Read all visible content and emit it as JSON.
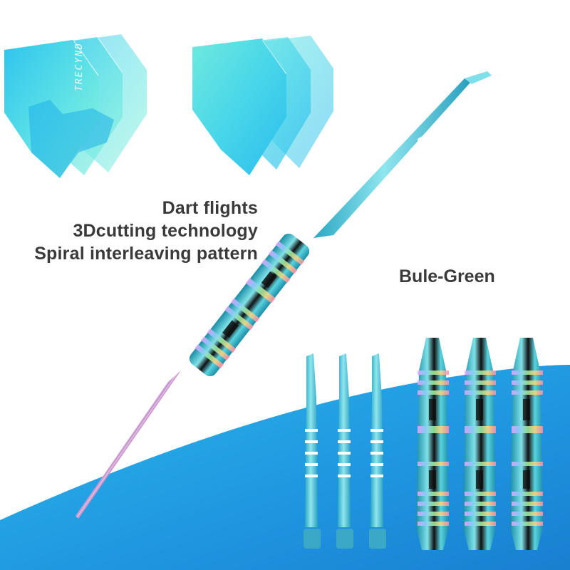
{
  "captions": {
    "line1": "Dart flights",
    "line2": "3Dcutting technology",
    "line3": "Spiral interleaving pattern"
  },
  "color_label": "Bule-Green",
  "flight_brand": "TRECYND",
  "colors": {
    "background": "#ffffff",
    "backdrop_blue": "#1f95e0",
    "flight_cyan": "#33d2e8",
    "flight_mint": "#7ff0da",
    "shaft_blue": "#5ec9d8",
    "text": "#3a3a3a"
  }
}
